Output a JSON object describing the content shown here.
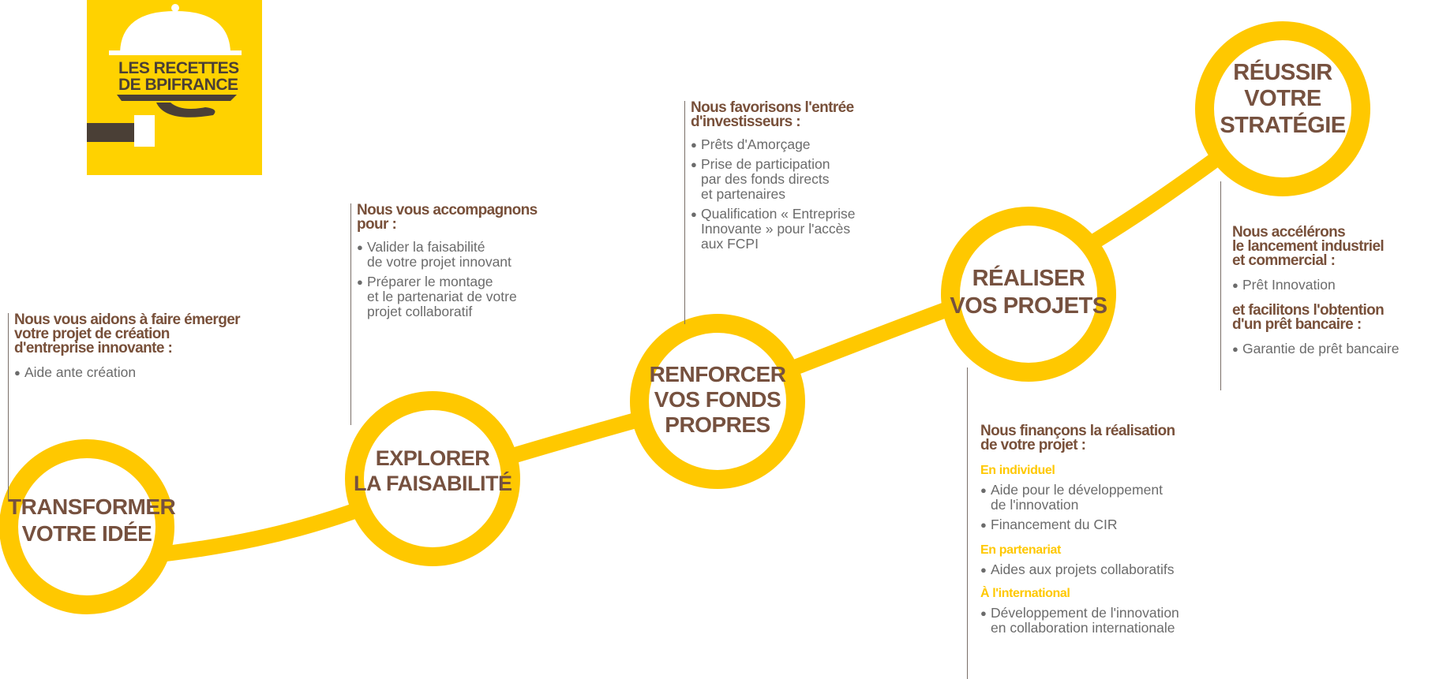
{
  "logo": {
    "line1": "LES RECETTES",
    "line2": "DE BPIFRANCE"
  },
  "steps": [
    {
      "lines": [
        "TRANSFORMER",
        "VOTRE IDÉE"
      ]
    },
    {
      "lines": [
        "EXPLORER",
        "LA FAISABILITÉ"
      ]
    },
    {
      "lines": [
        "RENFORCER",
        "VOS FONDS",
        "PROPRES"
      ]
    },
    {
      "lines": [
        "RÉALISER",
        "VOS PROJETS"
      ]
    },
    {
      "lines": [
        "RÉUSSIR",
        "VOTRE",
        "STRATÉGIE"
      ]
    }
  ],
  "blocks": {
    "transformer": {
      "heading": [
        "Nous vous aidons à faire émerger",
        "votre projet de création",
        "d'entreprise innovante :"
      ],
      "items": [
        [
          "Aide ante création"
        ]
      ]
    },
    "explorer": {
      "heading": [
        "Nous vous accompagnons",
        "pour :"
      ],
      "items": [
        [
          "Valider la faisabilité",
          "de votre projet innovant"
        ],
        [
          "Préparer le montage",
          "et le partenariat de votre",
          "projet collaboratif"
        ]
      ]
    },
    "renforcer": {
      "heading": [
        "Nous favorisons l'entrée",
        "d'investisseurs :"
      ],
      "items": [
        [
          "Prêts d'Amorçage"
        ],
        [
          "Prise de participation",
          "par des fonds directs",
          "et partenaires"
        ],
        [
          "Qualification « Entreprise",
          "Innovante » pour l'accès",
          "aux FCPI"
        ]
      ]
    },
    "realiser": {
      "heading": [
        "Nous finançons la réalisation",
        "de votre projet :"
      ],
      "groups": [
        {
          "title": "En individuel",
          "items": [
            [
              "Aide pour le développement",
              "de l'innovation"
            ],
            [
              "Financement du CIR"
            ]
          ]
        },
        {
          "title": "En partenariat",
          "items": [
            [
              "Aides aux projets collaboratifs"
            ]
          ]
        },
        {
          "title": "À l'international",
          "items": [
            [
              "Développement de l'innovation",
              "en collaboration internationale"
            ]
          ]
        }
      ]
    },
    "reussir": {
      "heading": [
        "Nous accélérons",
        "le lancement industriel",
        "et commercial :"
      ],
      "items": [
        [
          "Prêt Innovation"
        ]
      ],
      "heading2": [
        "et facilitons l'obtention",
        "d'un prêt bancaire :"
      ],
      "items2": [
        [
          "Garantie de prêt bancaire"
        ]
      ]
    }
  },
  "colors": {
    "yellow": "#ffc800",
    "brown": "#78503a",
    "text": "#6b6b6b"
  }
}
